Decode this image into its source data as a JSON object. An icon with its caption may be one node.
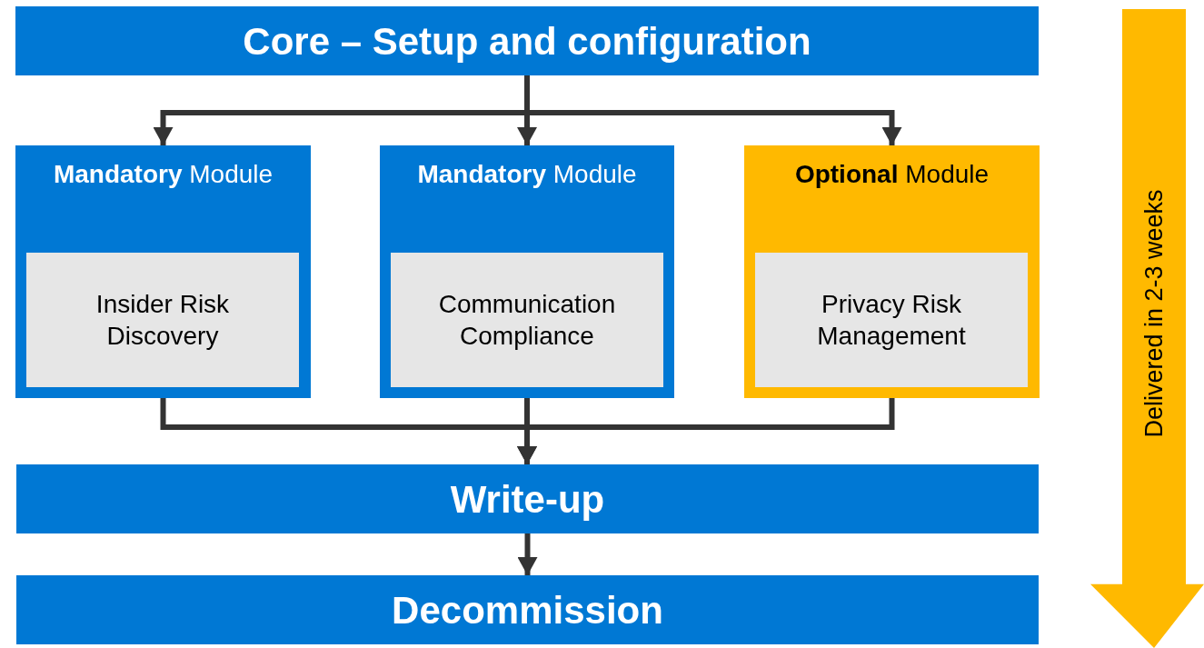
{
  "diagram": {
    "nodes": [
      {
        "text": [
          "Core – Setup and configuration"
        ]
      },
      {
        "text": [
          "**Mandatory** Module"
        ]
      },
      {
        "text": [
          "Insider Risk Discovery"
        ],
        "in": 1
      },
      {
        "text": [
          "**Mandatory** Module"
        ]
      },
      {
        "text": [
          "Communication Compliance"
        ],
        "in": 3
      },
      {
        "text": [
          "**Optional** Module"
        ]
      },
      {
        "text": [
          "Privacy Risk Management"
        ],
        "in": 5
      },
      {
        "text": [
          "Write-up"
        ]
      },
      {
        "text": [
          "Decommission"
        ]
      },
      {
        "text": [
          "Delivered in 2-3 weeks"
        ]
      }
    ],
    "edges": [
      {
        "from": 0,
        "to": 1,
        "arrow": "to"
      },
      {
        "from": 0,
        "to": 3,
        "arrow": "to"
      },
      {
        "from": 0,
        "to": 5,
        "arrow": "to"
      },
      {
        "from": 1,
        "to": 7,
        "arrow": "to"
      },
      {
        "from": 3,
        "to": 7,
        "arrow": "to"
      },
      {
        "from": 5,
        "to": 7,
        "arrow": "to"
      },
      {
        "from": 7,
        "to": 8,
        "arrow": "to"
      }
    ]
  }
}
